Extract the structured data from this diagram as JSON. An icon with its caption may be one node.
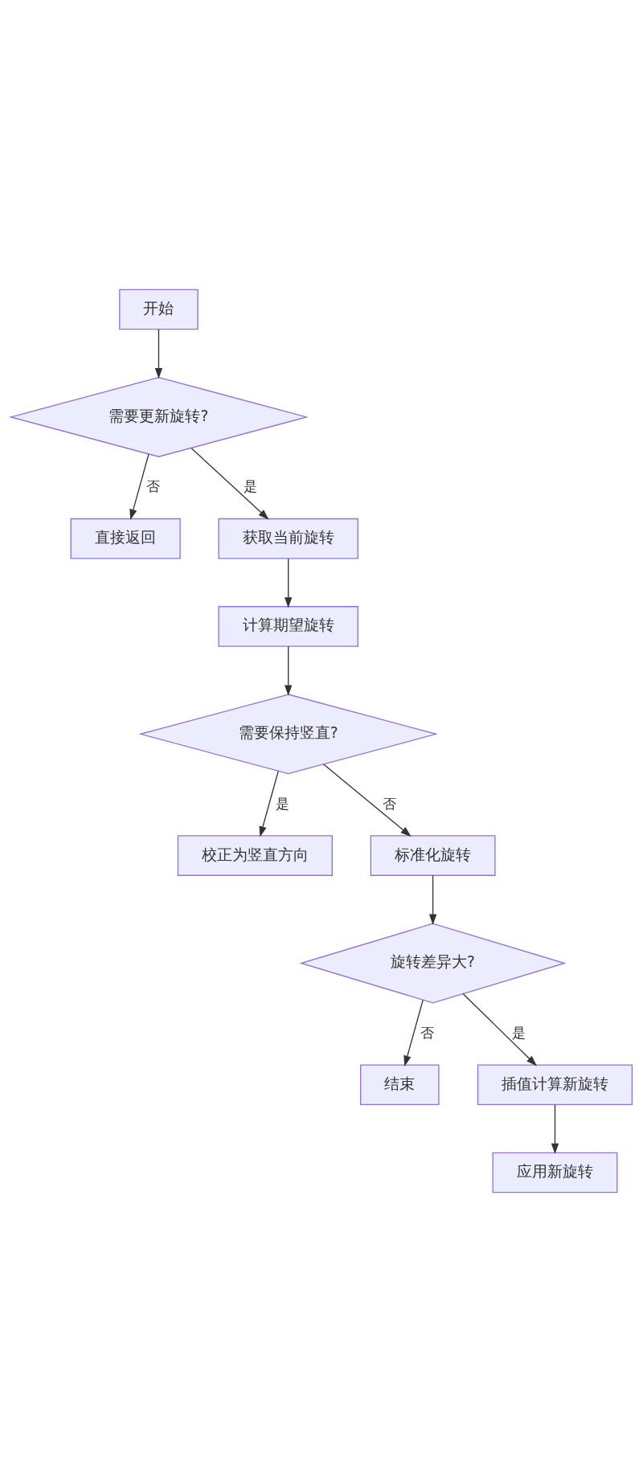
{
  "diagram": {
    "nodes": [
      {
        "text": [
          "开始"
        ]
      },
      {
        "text": [
          "需要更新旋转?"
        ]
      },
      {
        "text": [
          "直接返回"
        ]
      },
      {
        "text": [
          "获取当前旋转"
        ]
      },
      {
        "text": [
          "计算期望旋转"
        ]
      },
      {
        "text": [
          "需要保持竖直?"
        ]
      },
      {
        "text": [
          "校正为竖直方向"
        ]
      },
      {
        "text": [
          "标准化旋转"
        ]
      },
      {
        "text": [
          "旋转差异大?"
        ]
      },
      {
        "text": [
          "结束"
        ]
      },
      {
        "text": [
          "插值计算新旋转"
        ]
      },
      {
        "text": [
          "应用新旋转"
        ]
      }
    ],
    "edges": [
      {
        "from": 0,
        "to": 1,
        "arrow": "to"
      },
      {
        "from": 1,
        "to": 2,
        "arrow": "to",
        "label": "否"
      },
      {
        "from": 1,
        "to": 3,
        "arrow": "to",
        "label": "是"
      },
      {
        "from": 3,
        "to": 4,
        "arrow": "to"
      },
      {
        "from": 4,
        "to": 5,
        "arrow": "to"
      },
      {
        "from": 5,
        "to": 6,
        "arrow": "to",
        "label": "是"
      },
      {
        "from": 5,
        "to": 7,
        "arrow": "to",
        "label": "否"
      },
      {
        "from": 7,
        "to": 8,
        "arrow": "to"
      },
      {
        "from": 8,
        "to": 9,
        "arrow": "to",
        "label": "否"
      },
      {
        "from": 8,
        "to": 10,
        "arrow": "to",
        "label": "是"
      },
      {
        "from": 10,
        "to": 11,
        "arrow": "to"
      }
    ]
  }
}
